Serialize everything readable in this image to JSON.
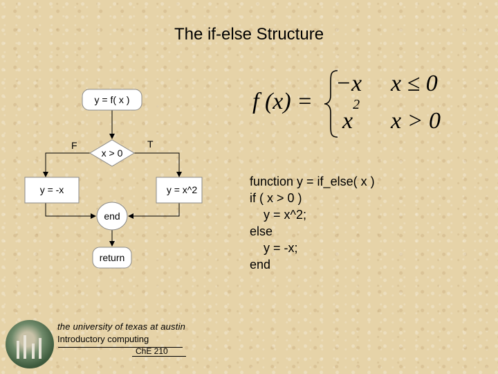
{
  "slide": {
    "title": "The if-else Structure"
  },
  "flowchart": {
    "start": "y = f( x )",
    "decision": "x > 0",
    "false_label": "F",
    "true_label": "T",
    "false_branch": "y = -x",
    "true_branch": "y = x^2",
    "merge": "end",
    "exit": "return"
  },
  "equation": {
    "lhs": "f (x) =",
    "case1_value": "−x",
    "case1_condition": "x ≤ 0",
    "case2_base": "x",
    "case2_exponent": "2",
    "case2_condition": "x > 0"
  },
  "code": {
    "lines": [
      "function y = if_else( x )",
      "if ( x > 0 )",
      "    y = x^2;",
      "else",
      "    y = -x;",
      "end"
    ]
  },
  "footer": {
    "institution": "the university of texas at austin",
    "subtitle": "Introductory computing",
    "course": "ChE 210"
  }
}
